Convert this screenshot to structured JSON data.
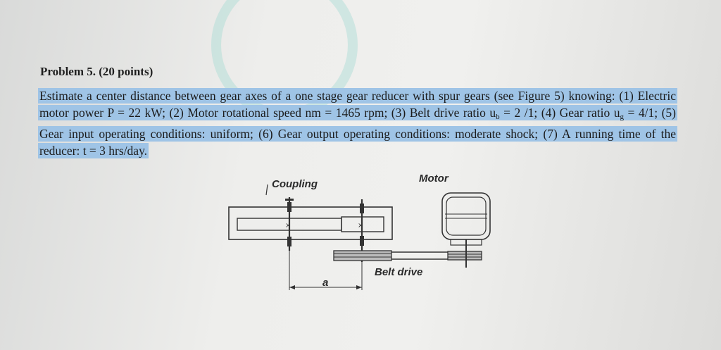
{
  "problem": {
    "title": "Problem 5. (20 points)",
    "text_line1": "Estimate a center distance between gear axes of a one stage gear reducer with spur gears (see Figure 5)",
    "text_line2": "knowing: (1) Electric motor power P = 22 kW; (2) Motor rotational speed nm = 1465 rpm; (3) Belt drive ratio",
    "text_line3a": "u",
    "text_line3_sub_b": "b",
    "text_line3b": " = 2 /1; (4) Gear ratio u",
    "text_line3_sub_g": "g",
    "text_line3c": " = 4/1; (5) Gear input operating conditions: uniform; (6) Gear output operating",
    "text_line4": "conditions: moderate shock; (7) A running time of the reducer: t = 3 hrs/day."
  },
  "figure": {
    "coupling_label": "Coupling",
    "motor_label": "Motor",
    "belt_label": "Belt drive",
    "distance_label": "a"
  }
}
